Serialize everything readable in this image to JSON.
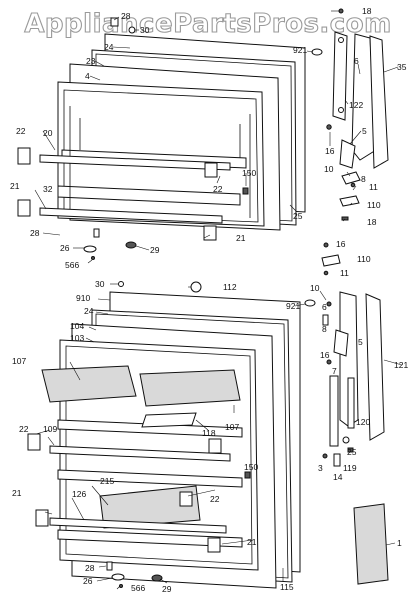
{
  "watermark": {
    "text": "AppliancePartsPros.com"
  },
  "callouts": {
    "c28a": "28",
    "c30a": "30",
    "c18a": "18",
    "c24a": "24",
    "c23": "23",
    "c4": "4",
    "c921a": "921",
    "c6a": "6",
    "c35": "35",
    "c122": "122",
    "c22a": "22",
    "c20": "20",
    "c22b": "22",
    "c21a": "21",
    "c32": "32",
    "c150a": "150",
    "c25a": "25",
    "c5a": "5",
    "c16a": "16",
    "c10a": "10",
    "c8a": "8",
    "c11a": "11",
    "c110a": "110",
    "c18b": "18",
    "c28b": "28",
    "c26a": "26",
    "c566a": "566",
    "c29a": "29",
    "c21b": "21",
    "c16b": "16",
    "c110b": "110",
    "c11b": "11",
    "c30b": "30",
    "c112": "112",
    "c910": "910",
    "c24b": "24",
    "c104": "104",
    "c103": "103",
    "c107a": "107",
    "c10b": "10",
    "c921b": "921",
    "c6b": "6",
    "c8b": "8",
    "c5b": "5",
    "c16c": "16",
    "c121": "121",
    "c7": "7",
    "c120": "120",
    "c118": "118",
    "c107b": "107",
    "c22c": "22",
    "c109": "109",
    "c150b": "150",
    "c3": "3",
    "c14": "14",
    "c119": "119",
    "c25b": "25",
    "c215": "215",
    "c22d": "22",
    "c21c": "21",
    "c126": "126",
    "c21d": "21",
    "c1": "1",
    "c115": "115",
    "c28c": "28",
    "c26b": "26",
    "c566b": "566",
    "c29b": "29"
  }
}
